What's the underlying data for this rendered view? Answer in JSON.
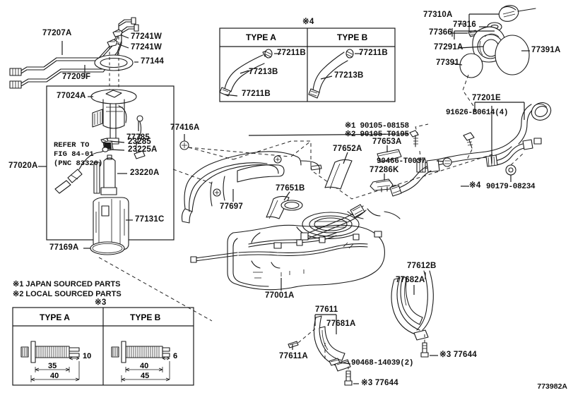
{
  "sheet": {
    "watermark": "773982A",
    "notes": [
      "※1 JAPAN SOURCED PARTS",
      "※2 LOCAL SOURCED PARTS"
    ]
  },
  "callouts": {
    "tube_assy": "77207A",
    "tube_sub_assy": "77209F",
    "clamp_a": "77241W",
    "clamp_b": "77241W",
    "gasket_ring": "77144",
    "pump_assy_box": "77020A",
    "pump_bracket": "77024A",
    "wire_harness": "77785",
    "filter_small": "23285",
    "oring": "23225A",
    "fuel_pump": "23220A",
    "filter_case": "77131C",
    "oring_large": "77169A",
    "refer_text": "REFER TO\nFIG 84-01\n(PNC 83320)",
    "clip_77416a": "77416A",
    "protector_77697": "77697",
    "pad_77651b": "77651B",
    "pad_77652a": "77652A",
    "pad_77653a": "77653A",
    "clamp_77286k": "77286K",
    "tank_77001a": "77001A",
    "bolt_jp": "※1 90105-08158",
    "bolt_local": "※2 90105-T0195",
    "clip_90466": "90466-T0037",
    "screw_91626": "91626-B0614(4)",
    "filler_pipe": "77201E",
    "grommet_90179": "90179-08234",
    "hose_mark_4": "※4",
    "cap_77310a": "77310A",
    "gasket_77316": "77316",
    "clip_77366": "77366",
    "housing_77291a": "77291A",
    "cover_77391": "77391",
    "cover_77391a": "77391A",
    "band_77611": "77611",
    "band_cushion_77681a": "77681A",
    "band_end_77611a": "77611A",
    "nut_90468": "90468-14039(2)",
    "bolt_77644_left": "※3 77644",
    "band_77612b": "77612B",
    "band_cushion_77682a": "77682A",
    "bolt_77644_right": "※3 77644"
  },
  "type_table_hose": {
    "mark": "※4",
    "columns": [
      "TYPE A",
      "TYPE B"
    ],
    "type_a": {
      "clamp_top": "77211B",
      "hose": "77213B",
      "clamp_bottom": "77211B"
    },
    "type_b": {
      "clamp_top": "77211B",
      "hose": "77213B"
    }
  },
  "type_table_bolt": {
    "mark": "※3",
    "columns": [
      "TYPE A",
      "TYPE B"
    ],
    "type_a": {
      "dim_thread": "35",
      "dim_total": "40",
      "dim_tip": "10"
    },
    "type_b": {
      "dim_thread": "40",
      "dim_total": "45",
      "dim_tip": "6"
    }
  },
  "colors": {
    "line": "#1a1a1a",
    "background": "#ffffff",
    "dash": "#2b2b2b"
  }
}
